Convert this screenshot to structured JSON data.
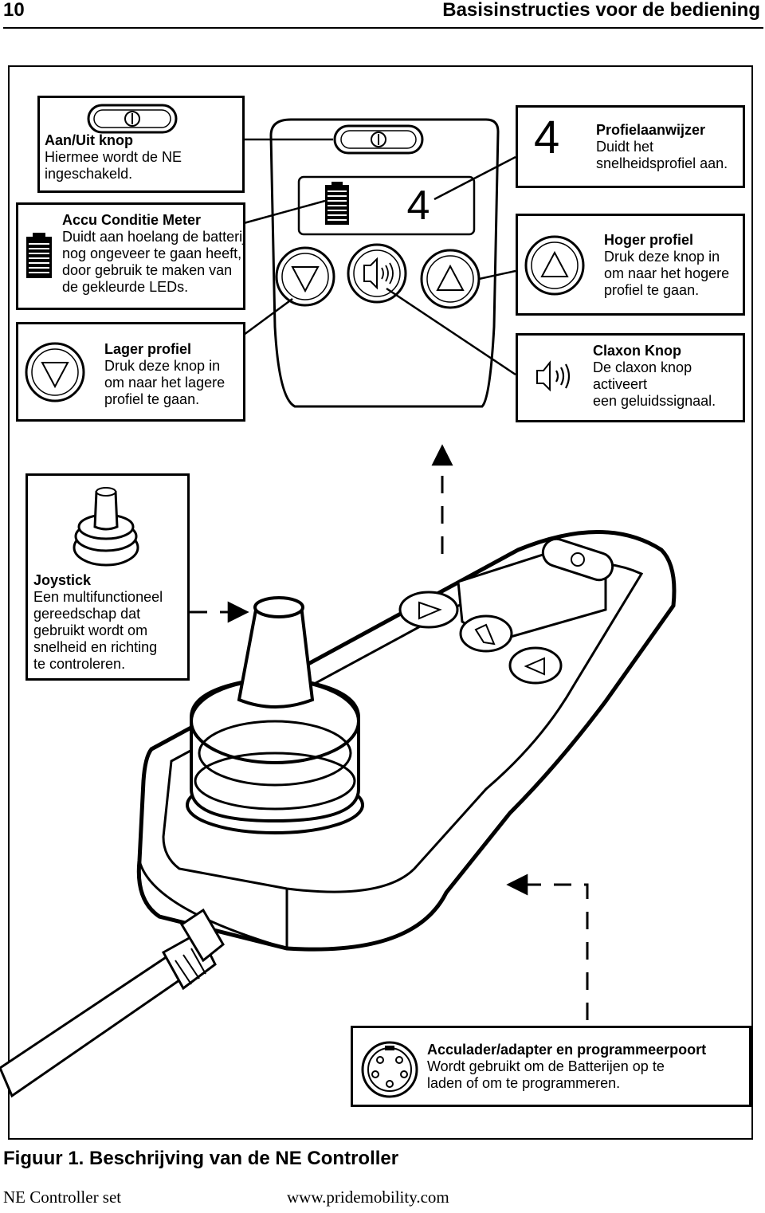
{
  "header": {
    "page_number": "10",
    "section_title": "Basisinstructies voor de bediening"
  },
  "display": {
    "profile_digit": "4"
  },
  "callouts": {
    "power": {
      "title": "Aan/Uit knop",
      "lines": [
        "Hiermee wordt de NE",
        "ingeschakeld."
      ]
    },
    "battery": {
      "title": "Accu Conditie Meter",
      "lines": [
        "Duidt aan hoelang de batterij",
        "nog ongeveer te gaan heeft,",
        "door gebruik te maken van",
        "de gekleurde LEDs."
      ]
    },
    "lower": {
      "title": "Lager profiel",
      "lines": [
        "Druk deze knop in",
        "om naar het lagere",
        "profiel te gaan."
      ]
    },
    "profile": {
      "title": "Profielaanwijzer",
      "lines": [
        "Duidt het",
        "snelheidsprofiel aan."
      ]
    },
    "higher": {
      "title": "Hoger profiel",
      "lines": [
        "Druk deze knop in",
        "om naar het hogere",
        "profiel te gaan."
      ]
    },
    "horn": {
      "title": "Claxon Knop",
      "lines": [
        "De claxon knop",
        "activeert",
        "een geluidssignaal."
      ]
    },
    "joystick": {
      "title": "Joystick",
      "lines": [
        "Een multifunctioneel",
        "gereedschap dat",
        "gebruikt wordt om",
        "snelheid en richting",
        "te controleren."
      ]
    },
    "charger": {
      "title": "Acculader/adapter en programmeerpoort",
      "lines": [
        "Wordt gebruikt om de Batterijen op te",
        "laden of om te programmeren."
      ]
    }
  },
  "icons": [
    "power-button-icon",
    "battery-meter-icon",
    "down-arrow-button-icon",
    "up-arrow-button-icon",
    "horn-button-icon",
    "joystick-icon",
    "charger-port-icon",
    "profile-digit-icon"
  ],
  "caption": "Figuur 1. Beschrijving van de NE Controller",
  "footer": {
    "left": "NE Controller set",
    "url": "www.pridemobility.com"
  }
}
